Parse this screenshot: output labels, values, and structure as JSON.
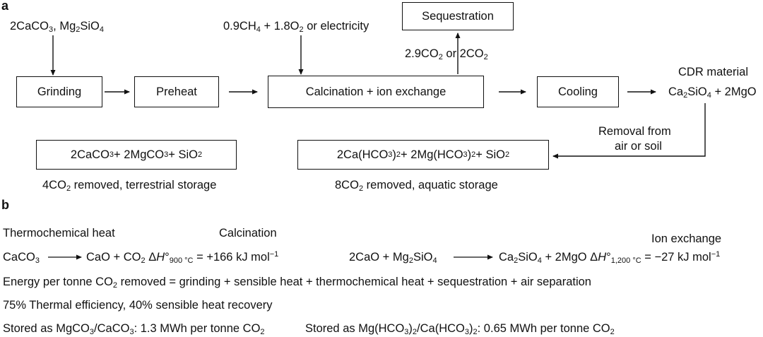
{
  "panel_a": {
    "label": "a",
    "inputs_minerals": [
      "2CaCO",
      "3",
      ", Mg",
      "2",
      "SiO",
      "4"
    ],
    "inputs_energy": [
      "0.9CH",
      "4",
      " + 1.8O",
      "2",
      " or electricity"
    ],
    "boxes": {
      "grinding": "Grinding",
      "preheat": "Preheat",
      "calcination": "Calcination + ion exchange",
      "cooling": "Cooling",
      "sequestration": "Sequestration"
    },
    "co2_output": [
      "2.9CO",
      "2",
      " or 2CO",
      "2"
    ],
    "cdr_title": "CDR material",
    "cdr_formula": [
      "Ca",
      "2",
      "SiO",
      "4",
      " + 2MgO"
    ],
    "removal_label_1": "Removal from",
    "removal_label_2": "air or soil",
    "terrestrial_box": [
      "2CaCO",
      "3",
      " + 2MgCO",
      "3",
      " + SiO",
      "2"
    ],
    "terrestrial_caption": [
      "4CO",
      "2",
      " removed, terrestrial storage"
    ],
    "aquatic_box": [
      "2Ca(HCO",
      "3",
      ")",
      "2",
      " + 2Mg(HCO",
      "3",
      ")",
      "2",
      " + SiO",
      "2"
    ],
    "aquatic_caption": [
      "8CO",
      "2",
      " removed, aquatic storage"
    ]
  },
  "panel_b": {
    "label": "b",
    "thermo_heat": "Thermochemical heat",
    "calcination_title": "Calcination",
    "ion_exchange_title": "Ion exchange",
    "calcination_lhs": [
      "CaCO",
      "3"
    ],
    "calcination_rhs": [
      "CaO + CO",
      "2",
      " Δ",
      "H",
      "°",
      "900 °C",
      " = +166 kJ mol",
      "−1"
    ],
    "ion_lhs": [
      "2CaO + Mg",
      "2",
      "SiO",
      "4"
    ],
    "ion_rhs": [
      "Ca",
      "2",
      "SiO",
      "4",
      " + 2MgO Δ",
      "H",
      "°",
      "1,200 °C",
      " = −27 kJ mol",
      "−1"
    ],
    "energy_line": [
      "Energy per tonne CO",
      "2",
      " removed = grinding + sensible heat + thermochemical heat + sequestration + air separation"
    ],
    "efficiency_line": "75% Thermal efficiency, 40% sensible heat recovery",
    "stored_1": [
      "Stored as MgCO",
      "3",
      "/CaCO",
      "3",
      ": 1.3 MWh per tonne CO",
      "2"
    ],
    "stored_2": [
      "Stored as Mg(HCO",
      "3",
      ")",
      "2",
      "/Ca(HCO",
      "3",
      ")",
      "2",
      ": 0.65 MWh per tonne CO",
      "2"
    ]
  }
}
